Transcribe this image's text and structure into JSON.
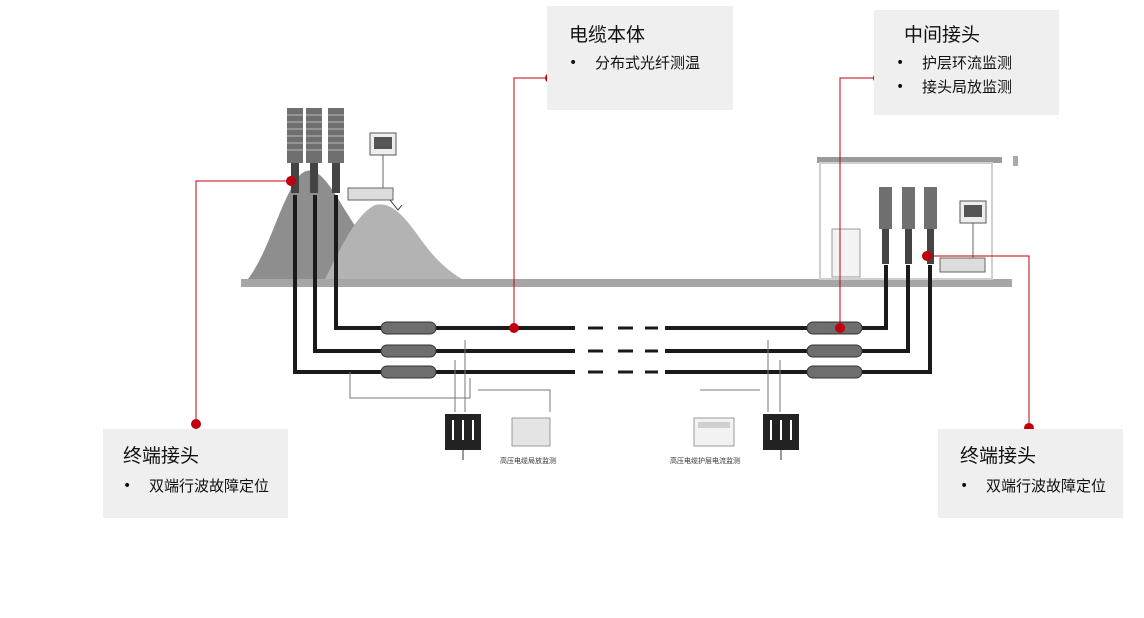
{
  "callouts": {
    "cable_body": {
      "title": "电缆本体",
      "items": [
        "分布式光纤测温"
      ]
    },
    "middle_joint": {
      "title": "中间接头",
      "items": [
        "护层环流监测",
        "接头局放监测"
      ]
    },
    "terminal_left": {
      "title": "终端接头",
      "items": [
        "双端行波故障定位"
      ]
    },
    "terminal_right": {
      "title": "终端接头",
      "items": [
        "双端行波故障定位"
      ]
    }
  },
  "device_labels": {
    "partial_discharge": "高压电缆局放监测",
    "sheath_current": "高压电缆护层电流监测"
  },
  "colors": {
    "accent": "#c0000c",
    "callout_bg": "#efefef",
    "cable": "#1a1a1a",
    "ground": "#9a9a9a"
  }
}
